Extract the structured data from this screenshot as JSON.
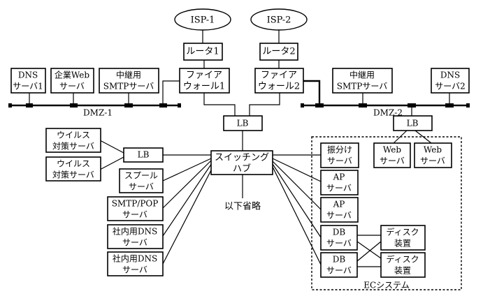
{
  "isp": [
    {
      "label": "ISP-1"
    },
    {
      "label": "ISP-2"
    }
  ],
  "routers": [
    {
      "label": "ルータ1"
    },
    {
      "label": "ルータ2"
    }
  ],
  "firewalls": [
    {
      "line1": "ファイア",
      "line2": "ウォール1"
    },
    {
      "line1": "ファイア",
      "line2": "ウォール2"
    }
  ],
  "dmz1": {
    "label": "DMZ-1",
    "servers": [
      {
        "line1": "DNS",
        "line2": "サーバ1"
      },
      {
        "line1": "企業Web",
        "line2": "サーバ"
      },
      {
        "line1": "中継用",
        "line2": "SMTPサーバ"
      }
    ]
  },
  "dmz2": {
    "label": "DMZ-2",
    "servers": [
      {
        "line1": "中継用",
        "line2": "SMTPサーバ"
      },
      {
        "line1": "DNS",
        "line2": "サーバ2"
      }
    ],
    "lb": {
      "label": "LB"
    }
  },
  "central_lb": {
    "label": "LB"
  },
  "switching_hub": {
    "line1": "スイッチング",
    "line2": "ハブ"
  },
  "omitted": {
    "label": "以下省略"
  },
  "left": {
    "lb": {
      "label": "LB"
    },
    "virus_servers": [
      {
        "line1": "ウイルス",
        "line2": "対策サーバ"
      },
      {
        "line1": "ウイルス",
        "line2": "対策サーバ"
      }
    ],
    "servers": [
      {
        "line1": "スプール",
        "line2": "サーバ"
      },
      {
        "line1": "SMTP/POP",
        "line2": "サーバ"
      },
      {
        "line1": "社内用DNS",
        "line2": "サーバ"
      },
      {
        "line1": "社内用DNS",
        "line2": "サーバ"
      }
    ]
  },
  "ec_system": {
    "label": "ECシステム",
    "dispatch_server": {
      "line1": "振分け",
      "line2": "サーバ"
    },
    "web_servers": [
      {
        "line1": "Web",
        "line2": "サーバ"
      },
      {
        "line1": "Web",
        "line2": "サーバ"
      }
    ],
    "ap_servers": [
      {
        "line1": "AP",
        "line2": "サーバ"
      },
      {
        "line1": "AP",
        "line2": "サーバ"
      }
    ],
    "db_servers": [
      {
        "line1": "DB",
        "line2": "サーバ"
      },
      {
        "line1": "DB",
        "line2": "サーバ"
      }
    ],
    "disks": [
      {
        "line1": "ディスク",
        "line2": "装置"
      },
      {
        "line1": "ディスク",
        "line2": "装置"
      }
    ]
  }
}
